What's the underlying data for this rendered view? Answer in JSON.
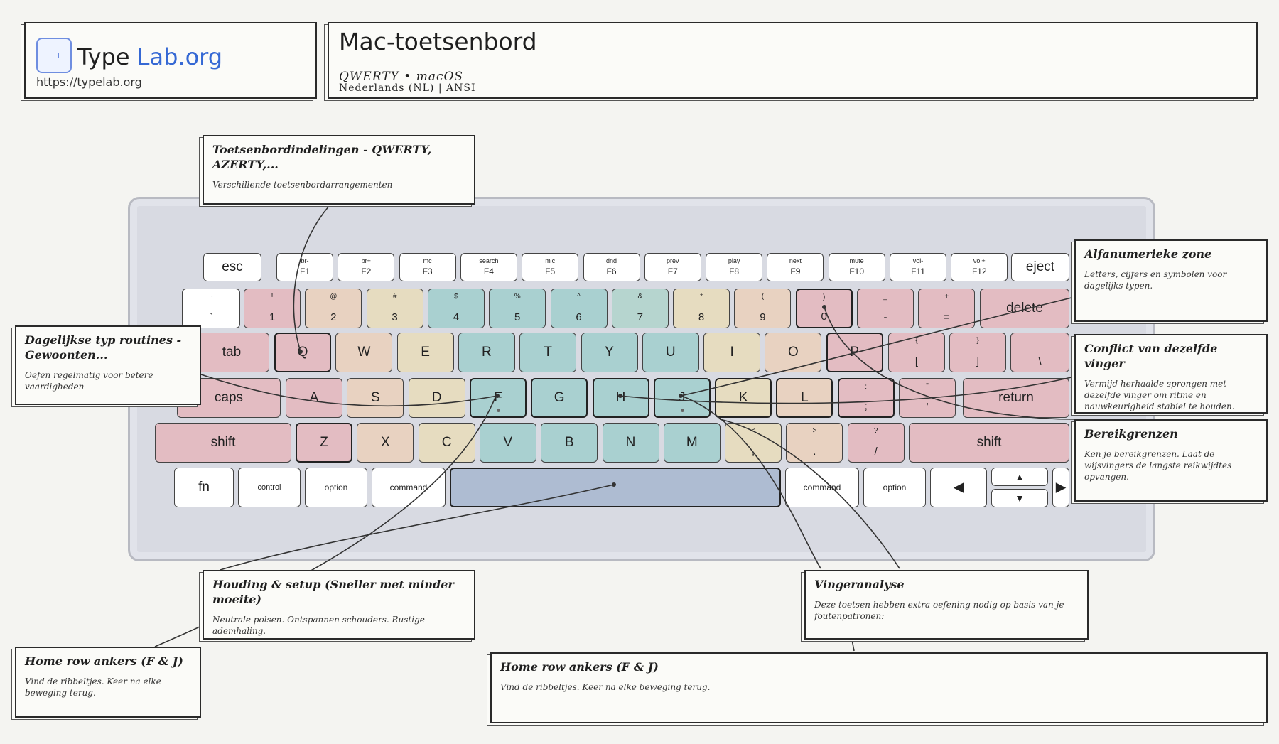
{
  "header": {
    "logo_type": "Type",
    "logo_lab": "Lab.org",
    "logo_url": "https://typelab.org",
    "title": "Mac-toetsenbord",
    "subtitle": "QWERTY • macOS",
    "language": "Nederlands (NL)  |  ANSI"
  },
  "keys": {
    "fn_row": [
      {
        "main": "esc"
      },
      {
        "top": "br-",
        "bot": "F1"
      },
      {
        "top": "br+",
        "bot": "F2"
      },
      {
        "top": "mc",
        "bot": "F3"
      },
      {
        "top": "search",
        "bot": "F4"
      },
      {
        "top": "mic",
        "bot": "F5"
      },
      {
        "top": "dnd",
        "bot": "F6"
      },
      {
        "top": "prev",
        "bot": "F7"
      },
      {
        "top": "play",
        "bot": "F8"
      },
      {
        "top": "next",
        "bot": "F9"
      },
      {
        "top": "mute",
        "bot": "F10"
      },
      {
        "top": "vol-",
        "bot": "F11"
      },
      {
        "top": "vol+",
        "bot": "F12"
      },
      {
        "main": "eject"
      }
    ],
    "num_row": [
      {
        "top": "~",
        "bot": "`"
      },
      {
        "top": "!",
        "bot": "1"
      },
      {
        "top": "@",
        "bot": "2"
      },
      {
        "top": "#",
        "bot": "3"
      },
      {
        "top": "$",
        "bot": "4"
      },
      {
        "top": "%",
        "bot": "5"
      },
      {
        "top": "^",
        "bot": "6"
      },
      {
        "top": "&",
        "bot": "7"
      },
      {
        "top": "*",
        "bot": "8"
      },
      {
        "top": "(",
        "bot": "9"
      },
      {
        "top": ")",
        "bot": "0"
      },
      {
        "top": "_",
        "bot": "-"
      },
      {
        "top": "+",
        "bot": "="
      },
      {
        "main": "delete"
      }
    ],
    "top_row": [
      {
        "main": "tab"
      },
      {
        "main": "Q"
      },
      {
        "main": "W"
      },
      {
        "main": "E"
      },
      {
        "main": "R"
      },
      {
        "main": "T"
      },
      {
        "main": "Y"
      },
      {
        "main": "U"
      },
      {
        "main": "I"
      },
      {
        "main": "O"
      },
      {
        "main": "P"
      },
      {
        "top": "{",
        "bot": "["
      },
      {
        "top": "}",
        "bot": "]"
      },
      {
        "top": "|",
        "bot": "\\"
      }
    ],
    "home_row": [
      {
        "main": "caps"
      },
      {
        "main": "A"
      },
      {
        "main": "S"
      },
      {
        "main": "D"
      },
      {
        "main": "F"
      },
      {
        "main": "G"
      },
      {
        "main": "H"
      },
      {
        "main": "J"
      },
      {
        "main": "K"
      },
      {
        "main": "L"
      },
      {
        "top": ":",
        "bot": ";"
      },
      {
        "top": "\"",
        "bot": "'"
      },
      {
        "main": "return"
      }
    ],
    "bottom_row": [
      {
        "main": "shift"
      },
      {
        "main": "Z"
      },
      {
        "main": "X"
      },
      {
        "main": "C"
      },
      {
        "main": "V"
      },
      {
        "main": "B"
      },
      {
        "main": "N"
      },
      {
        "main": "M"
      },
      {
        "top": "<",
        "bot": ","
      },
      {
        "top": ">",
        "bot": "."
      },
      {
        "top": "?",
        "bot": "/"
      },
      {
        "main": "shift"
      }
    ],
    "mod_row": [
      {
        "main": "fn"
      },
      {
        "main": "control"
      },
      {
        "main": "option"
      },
      {
        "main": "command"
      },
      {
        "main": ""
      },
      {
        "main": "command"
      },
      {
        "main": "option"
      },
      {
        "main": "◀"
      },
      {
        "main": "▲"
      },
      {
        "main": "▼"
      },
      {
        "main": "▶"
      }
    ]
  },
  "colors": {
    "pink": "#e3bcc2",
    "peach": "#e8d2c1",
    "sand": "#e6dcc0",
    "teal": "#a9d0d0",
    "space": "#aebcd2"
  },
  "cards": {
    "layouts": {
      "title": "Toetsenbordindelingen - QWERTY, AZERTY,...",
      "desc": "Verschillende toetsenbordarrangementen"
    },
    "routines": {
      "title": "Dagelijkse typ routines - Gewoonten...",
      "desc": "Oefen regelmatig voor betere vaardigheden"
    },
    "alnum": {
      "title": "Alfanumerieke zone",
      "desc": "Letters, cijfers en symbolen voor dagelijks typen."
    },
    "conflict": {
      "title": "Conflict van dezelfde vinger",
      "desc": "Vermijd herhaalde sprongen met dezelfde vinger om ritme en nauwkeurigheid stabiel te houden."
    },
    "reach": {
      "title": "Bereikgrenzen",
      "desc": "Ken je bereikgrenzen. Laat de wijsvingers de langste reikwijdtes opvangen."
    },
    "posture": {
      "title": "Houding & setup (Sneller met minder moeite)",
      "desc": "Neutrale polsen. Ontspannen schouders. Rustige ademhaling."
    },
    "finger": {
      "title": "Vingeranalyse",
      "desc": "Deze toetsen hebben extra oefening nodig op basis van je foutenpatronen:"
    },
    "anchors_left": {
      "title": "Home row ankers (F & J)",
      "desc": "Vind de ribbeltjes. Keer na elke beweging terug."
    },
    "anchors_wide": {
      "title": "Home row ankers (F & J)",
      "desc": "Vind de ribbeltjes. Keer na elke beweging terug."
    }
  }
}
